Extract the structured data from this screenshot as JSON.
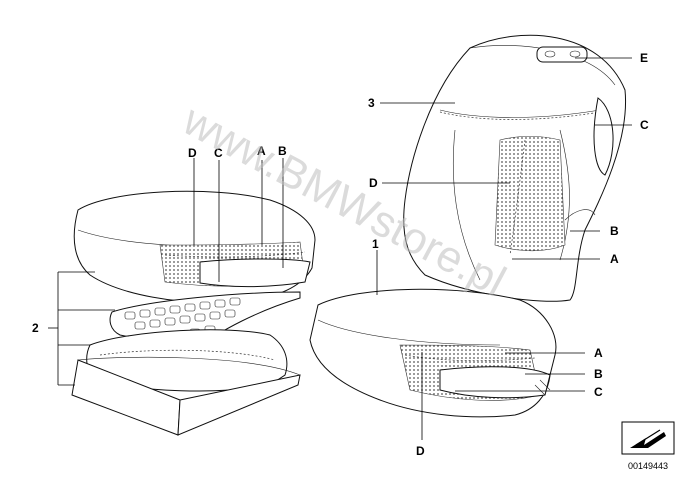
{
  "watermark": "www.BMWstore.pl",
  "catalog_number": "00149443",
  "callouts": {
    "one": "1",
    "two": "2",
    "three": "3",
    "A": "A",
    "B": "B",
    "C": "C",
    "D": "D",
    "E": "E"
  },
  "icon": "arrow-box-icon"
}
